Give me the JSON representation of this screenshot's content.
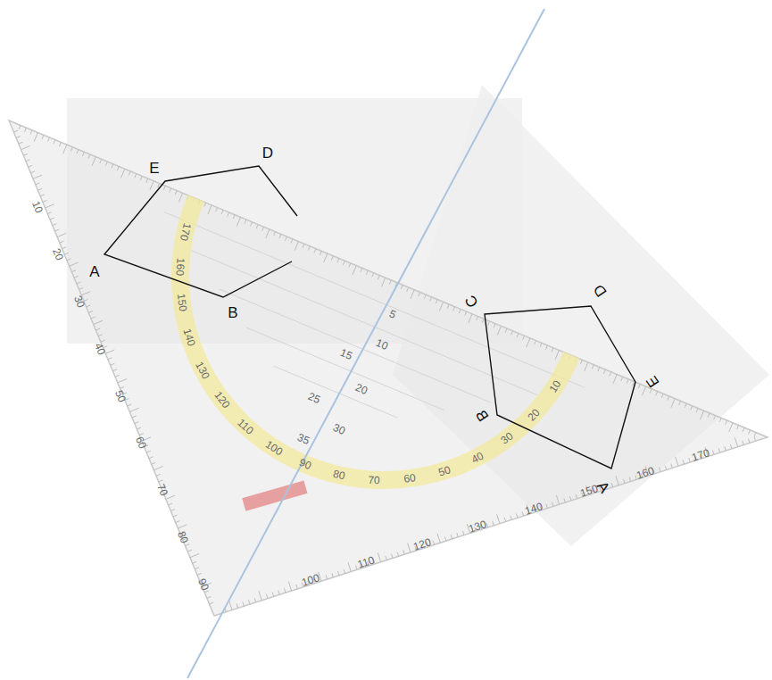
{
  "diagram": {
    "labels": [
      "E",
      "D",
      "A",
      "B",
      "C",
      "D",
      "E",
      "B",
      "A",
      "170",
      "160",
      "150",
      "140",
      "130",
      "120",
      "110",
      "100",
      "90",
      "80",
      "70",
      "60",
      "50",
      "40",
      "30",
      "20",
      "10",
      "5",
      "10",
      "15",
      "20",
      "25",
      "30",
      "35",
      "10",
      "20",
      "30",
      "40",
      "50",
      "60",
      "70",
      "80",
      "90",
      "100",
      "110",
      "120",
      "130",
      "140",
      "150",
      "160",
      "170"
    ]
  }
}
